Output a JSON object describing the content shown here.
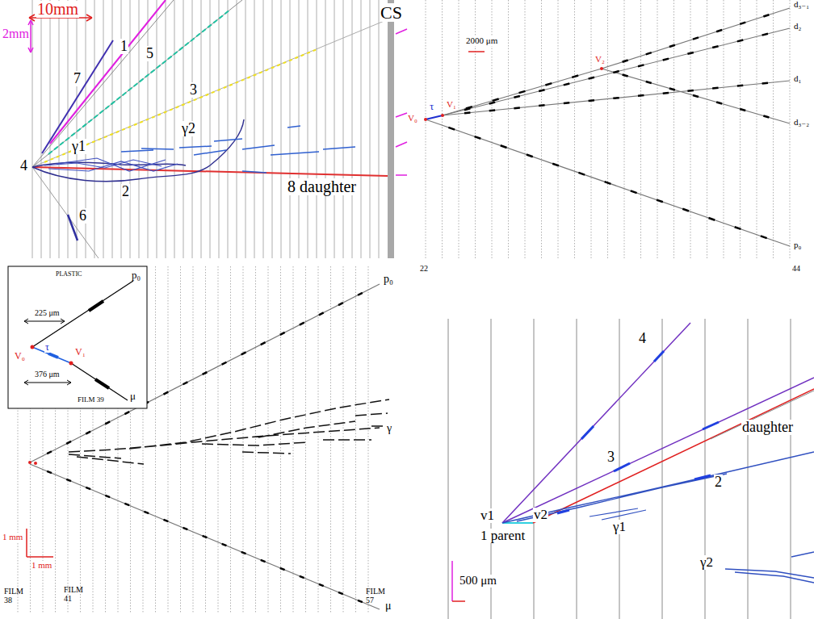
{
  "diagram": {
    "labels": [
      "10mm",
      "2mm",
      "CS",
      "1",
      "7",
      "5",
      "3",
      "4",
      "γ1",
      "γ2",
      "2",
      "6",
      "8 daughter",
      "d₃₋₁",
      "d₂",
      "2000 μm",
      "V₂",
      "d₁",
      "V₀",
      "τ",
      "V₁",
      "d₃₋₂",
      "p₀",
      "22",
      "44",
      "PLASTIC",
      "p₀",
      "225 μm",
      "V₀",
      "τ",
      "V₁",
      "376 μm",
      "μ",
      "FILM 39",
      "p₀",
      "γ",
      "1 mm",
      "1 mm",
      "μ",
      "FILM 38",
      "FILM 41",
      "FILM 57",
      "4",
      "3",
      "daughter",
      "2",
      "v1",
      "v2",
      "γ1",
      "1 parent",
      "500 μm",
      "γ2"
    ]
  }
}
